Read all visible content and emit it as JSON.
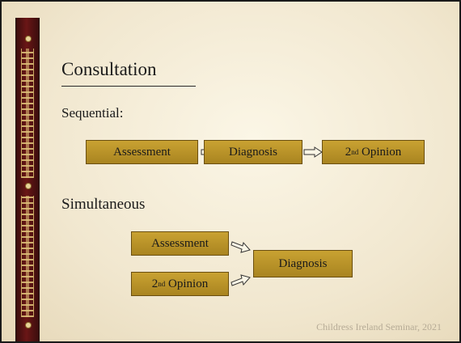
{
  "slide": {
    "title": "Consultation",
    "sequential": {
      "label": "Sequential:",
      "steps": [
        "Assessment",
        "Diagnosis",
        "2nd Opinion"
      ],
      "opinion_prefix": "2",
      "opinion_sup": "nd",
      "opinion_suffix": " Opinion"
    },
    "simultaneous": {
      "label": "Simultaneous",
      "inputs": [
        "Assessment",
        "2nd Opinion"
      ],
      "opinion_prefix": "2",
      "opinion_sup": "nd",
      "opinion_suffix": " Opinion",
      "output": "Diagnosis"
    },
    "footer": "Childress Ireland Seminar, 2021"
  },
  "colors": {
    "box_fill": "#b8922a",
    "box_border": "#6b4f10",
    "side_bar": "#5a1414",
    "background": "#f4ecd8"
  },
  "icons": [
    "block-arrow-right-icon",
    "block-arrow-diagonal-icon"
  ]
}
